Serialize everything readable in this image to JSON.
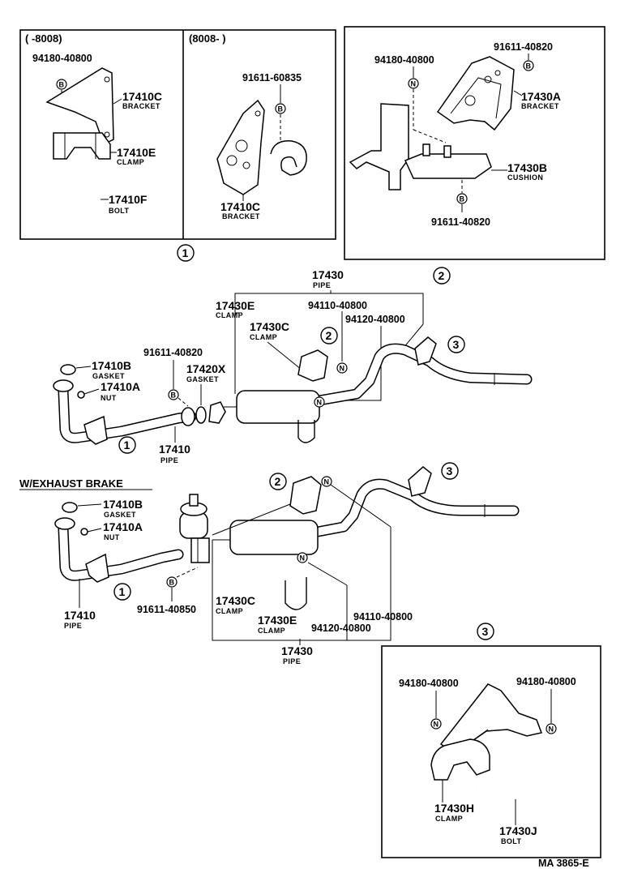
{
  "diagram": {
    "ref_code": "MA 3865-E",
    "section_exhaust_brake": "W/EXHAUST BRAKE",
    "circles": {
      "one": "1",
      "two": "2",
      "three": "3"
    },
    "markers": {
      "b": "B",
      "n": "N"
    },
    "inset1": {
      "left_header": "(     -8008)",
      "right_header": "(8008-       )",
      "left_bolt_pn": "94180-40800",
      "bracket_label": "17410C",
      "bracket_caption": "BRACKET",
      "clamp_label": "17410E",
      "clamp_caption": "CLAMP",
      "bolt_label": "17410F",
      "bolt_caption": "BOLT",
      "right_bolt_pn": "91611-60835",
      "right_bracket_label": "17410C",
      "right_bracket_caption": "BRACKET"
    },
    "inset2": {
      "bolt_top_pn": "91611-40820",
      "nut_pn": "94180-40800",
      "bracket_label": "17430A",
      "bracket_caption": "BRACKET",
      "cushion_label": "17430B",
      "cushion_caption": "CUSHION",
      "bolt_bottom_pn": "91611-40820"
    },
    "upper": {
      "pipe_assy_label": "17430",
      "pipe_assy_caption": "PIPE",
      "clamp_e_label": "17430E",
      "clamp_e_caption": "CLAMP",
      "nut1_pn": "94110-40800",
      "clamp_c_label": "17430C",
      "clamp_c_caption": "CLAMP",
      "nut2_pn": "94120-40800",
      "gasket_b_label": "17410B",
      "gasket_b_caption": "GASKET",
      "nut_a_label": "17410A",
      "nut_a_caption": "NUT",
      "bolt_pn": "91611-40820",
      "gasket_x_label": "17420X",
      "gasket_x_caption": "GASKET",
      "front_pipe_label": "17410",
      "front_pipe_caption": "PIPE"
    },
    "lower": {
      "gasket_b_label": "17410B",
      "gasket_b_caption": "GASKET",
      "nut_a_label": "17410A",
      "nut_a_caption": "NUT",
      "front_pipe_label": "17410",
      "front_pipe_caption": "PIPE",
      "bolt_pn": "91611-40850",
      "clamp_c_label": "17430C",
      "clamp_c_caption": "CLAMP",
      "clamp_e_label": "17430E",
      "clamp_e_caption": "CLAMP",
      "nut1_pn": "94110-40800",
      "nut2_pn": "94120-40800",
      "pipe_assy_label": "17430",
      "pipe_assy_caption": "PIPE"
    },
    "inset3": {
      "nut_left_pn": "94180-40800",
      "nut_right_pn": "94180-40800",
      "clamp_label": "17430H",
      "clamp_caption": "CLAMP",
      "bolt_label": "17430J",
      "bolt_caption": "BOLT"
    }
  }
}
